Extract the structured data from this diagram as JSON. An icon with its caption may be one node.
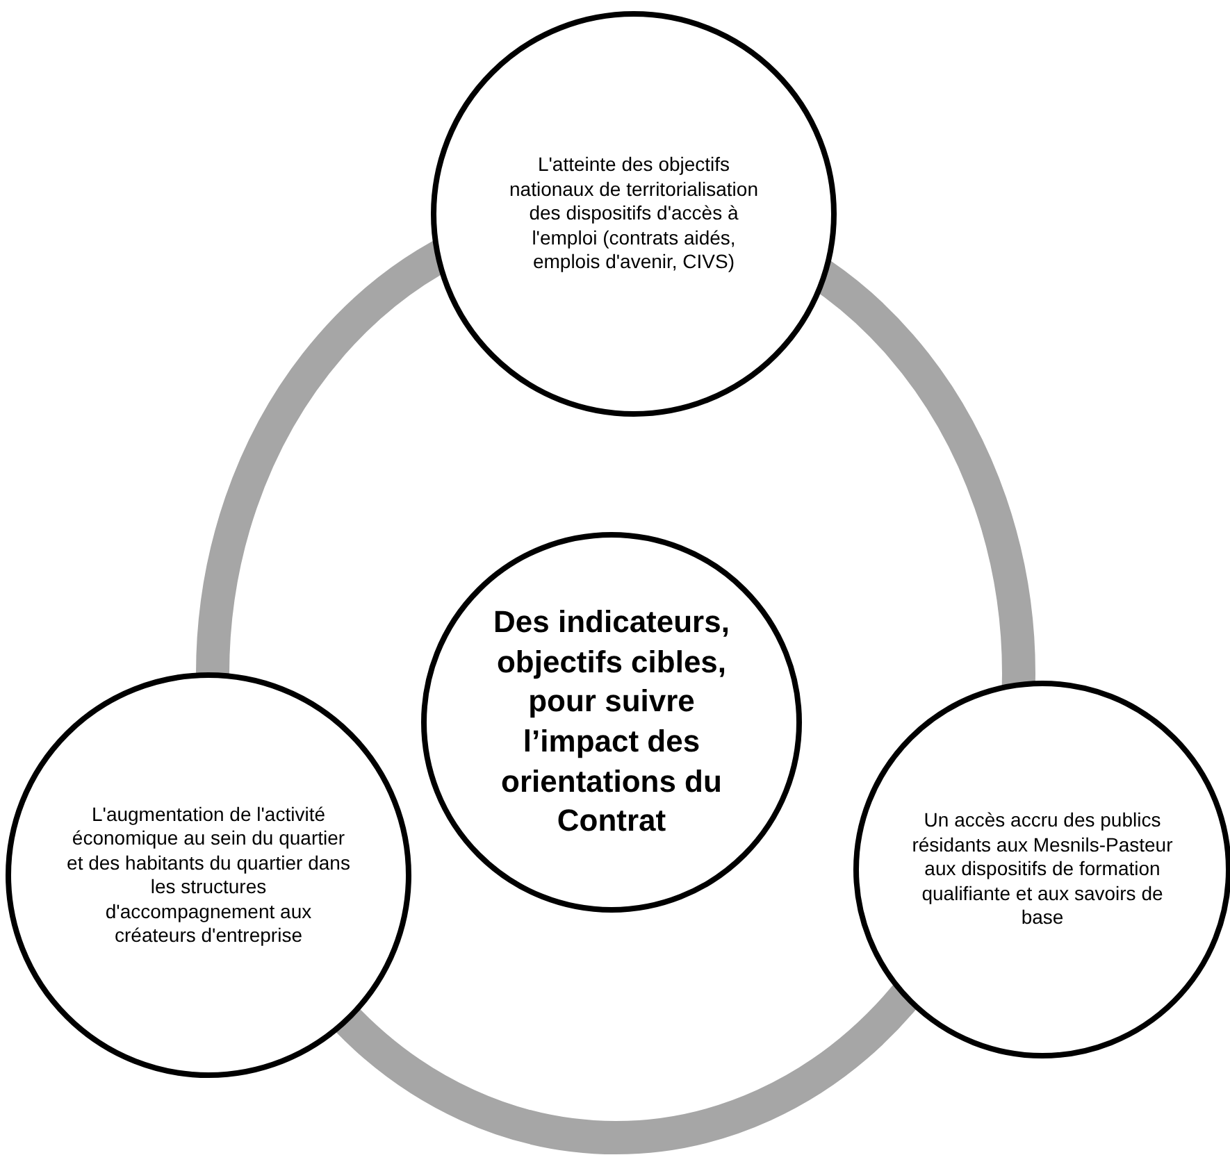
{
  "diagram": {
    "nodes": [
      {
        "text": [
          "L'atteinte des objectifs nationaux de territorialisation des dispositifs d'accès à l'emploi (contrats aidés, emplois  d'avenir, CIVS)"
        ]
      },
      {
        "text": [
          "Des indicateurs, objectifs cibles, pour suivre l’impact des orientations du Contrat"
        ]
      },
      {
        "text": [
          "L'augmentation de l'activité économique au sein du quartier et des habitants du quartier dans les structures d'accompagnement aux créateurs d'entreprise"
        ]
      },
      {
        "text": [
          "Un accès accru des publics résidants aux Mesnils-Pasteur aux dispositifs de formation qualifiante et aux savoirs de base"
        ]
      }
    ]
  }
}
